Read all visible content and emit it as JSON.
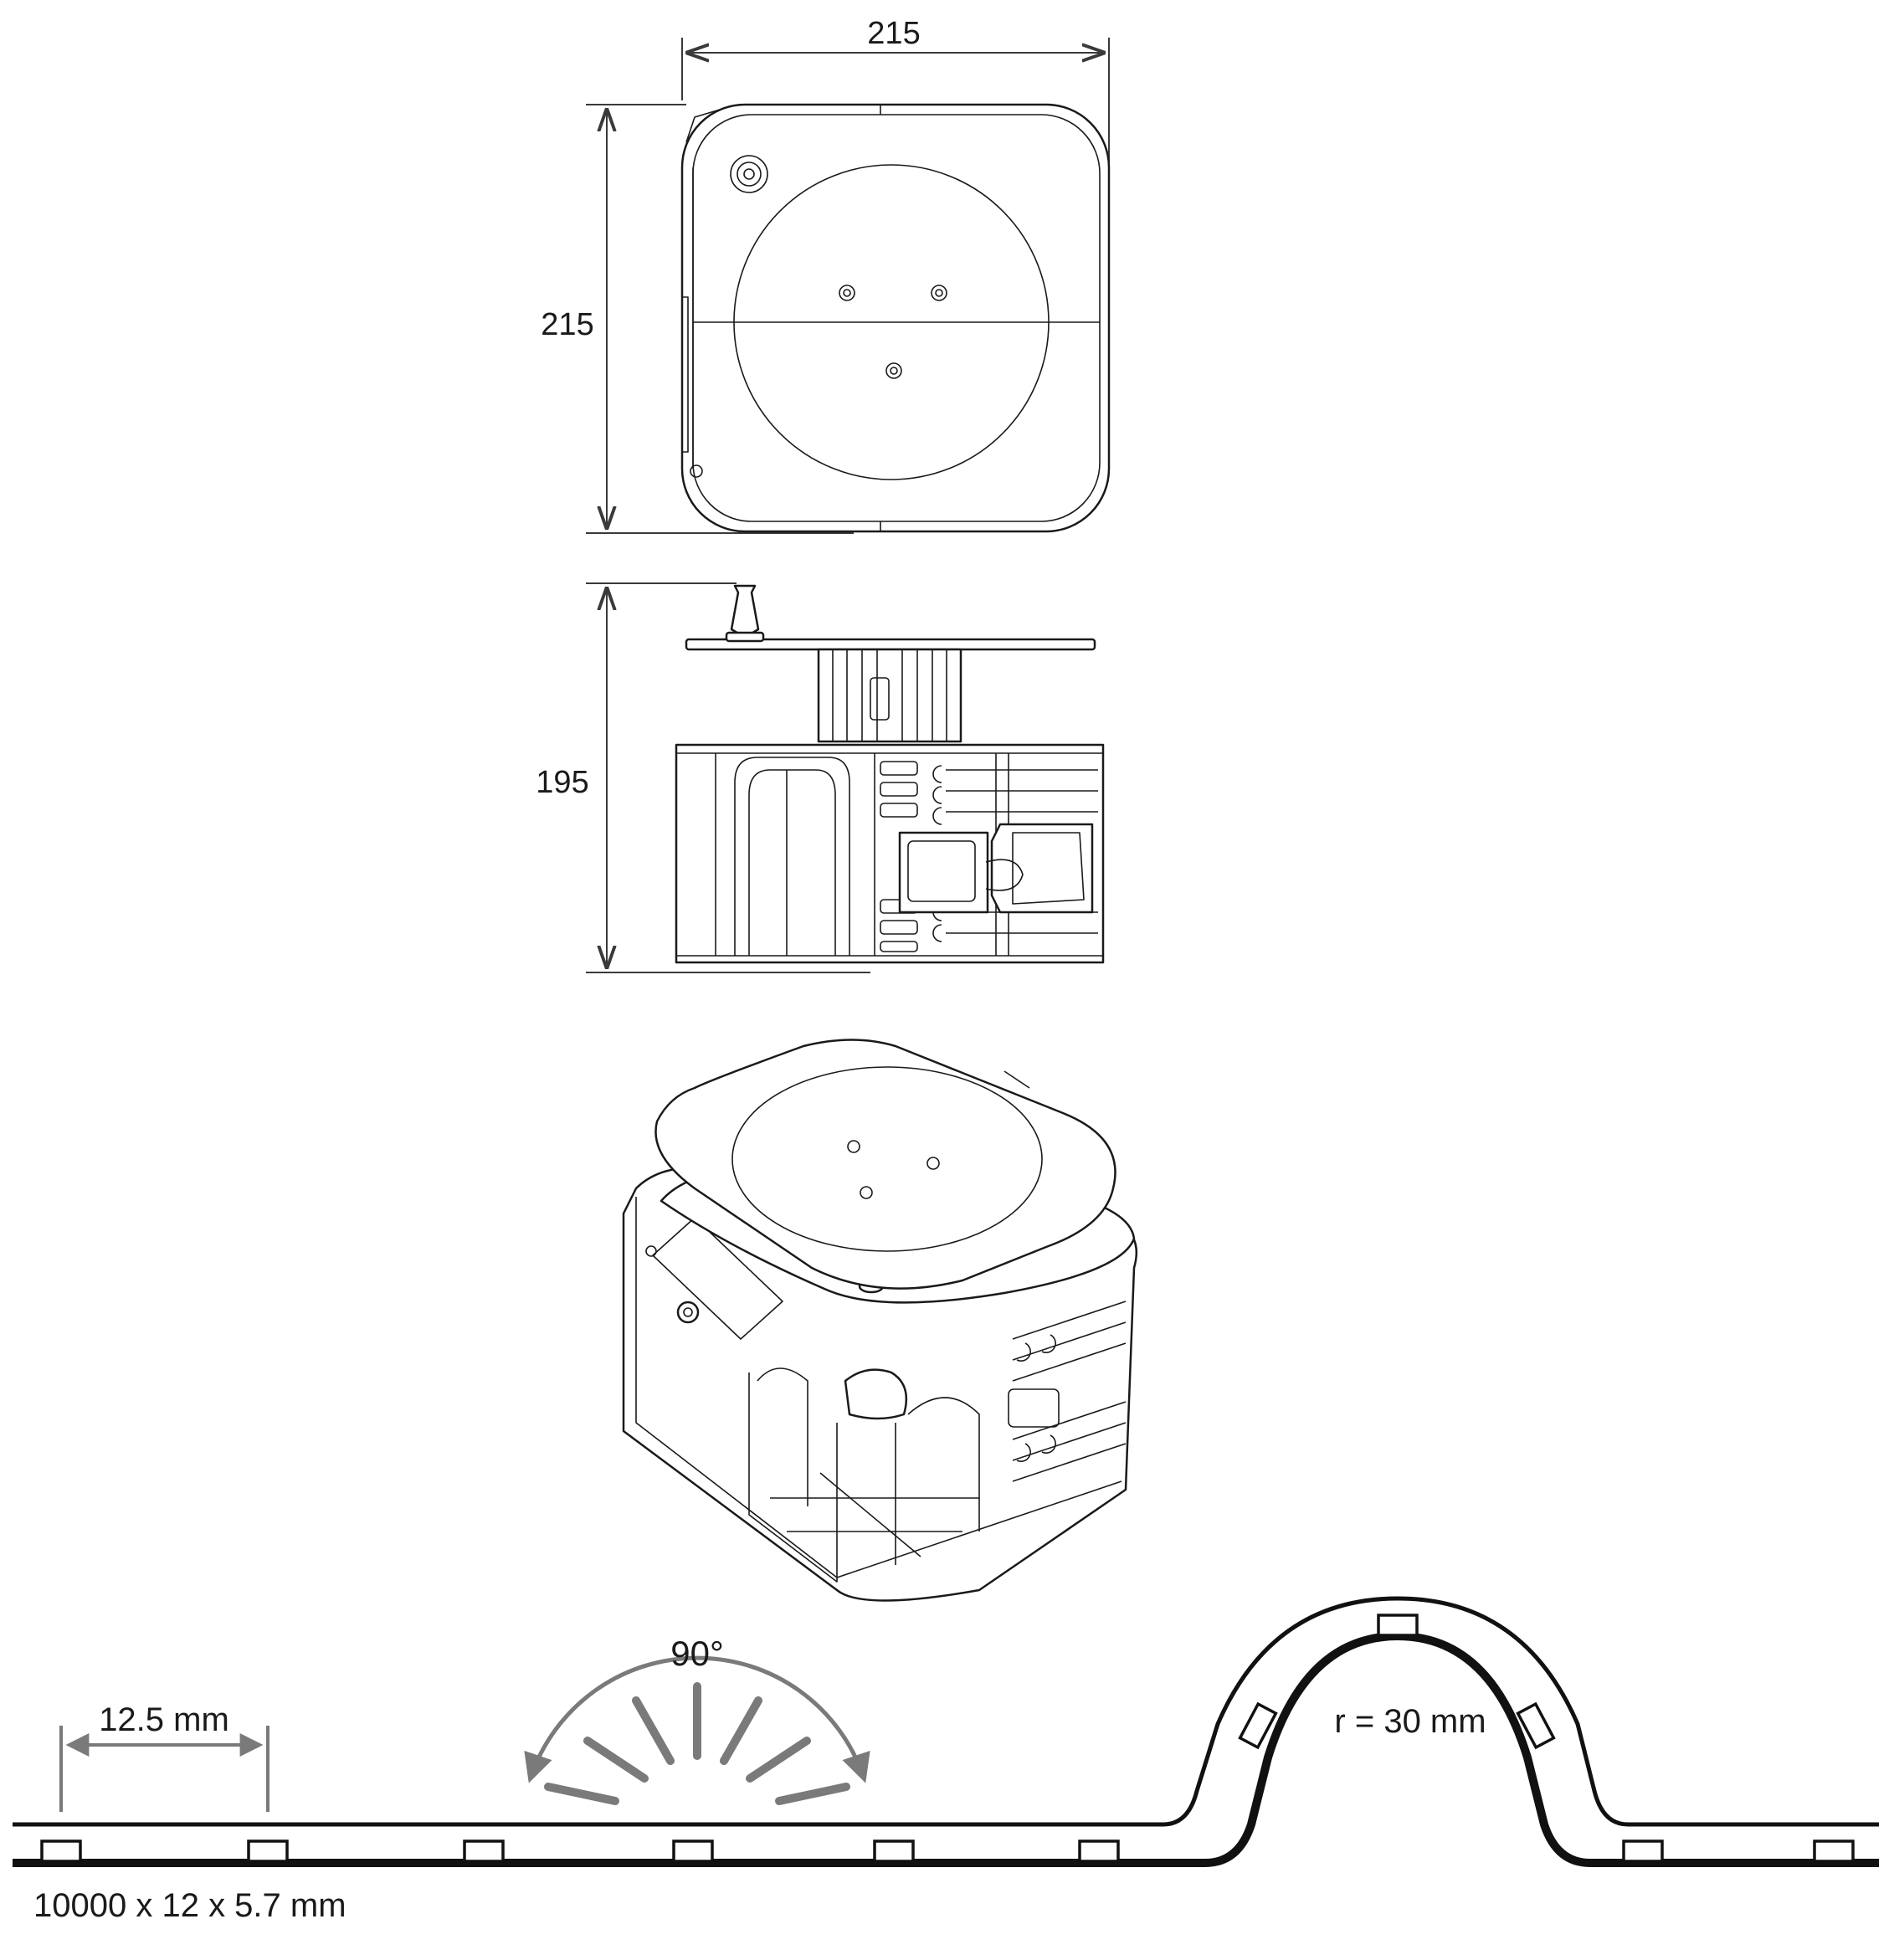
{
  "top_view": {
    "width_label": "215",
    "height_label": "215"
  },
  "side_view": {
    "height_label": "195"
  },
  "strip": {
    "pitch_label": "12.5 mm",
    "angle_label": "90°",
    "radius_label": "r = 30 mm",
    "size_label": "10000 x 12 x 5.7 mm"
  },
  "colors": {
    "line": "#1a1a1a",
    "dimension": "#3a3a3a",
    "annotation": "#7a7a7a"
  }
}
